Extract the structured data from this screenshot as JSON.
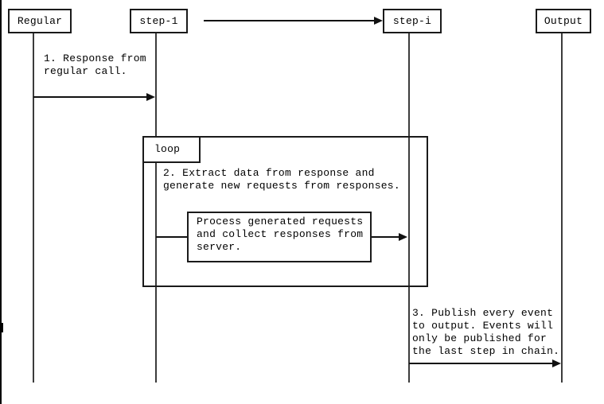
{
  "window": {
    "background": "#ffffff",
    "line_color": "#111111"
  },
  "participants": [
    {
      "label": "Regular"
    },
    {
      "label": "step-1"
    },
    {
      "label": "step-i"
    },
    {
      "label": "Output"
    }
  ],
  "fragment": {
    "label": "loop"
  },
  "messages": {
    "msg1": "1. Response from\nregular call.",
    "msg2": "2. Extract data from response and\ngenerate new requests from responses.",
    "process": "Process generated requests\nand collect responses from\nserver.",
    "msg3": "3. Publish every event\nto output. Events will\nonly be published for\nthe last step in chain."
  }
}
